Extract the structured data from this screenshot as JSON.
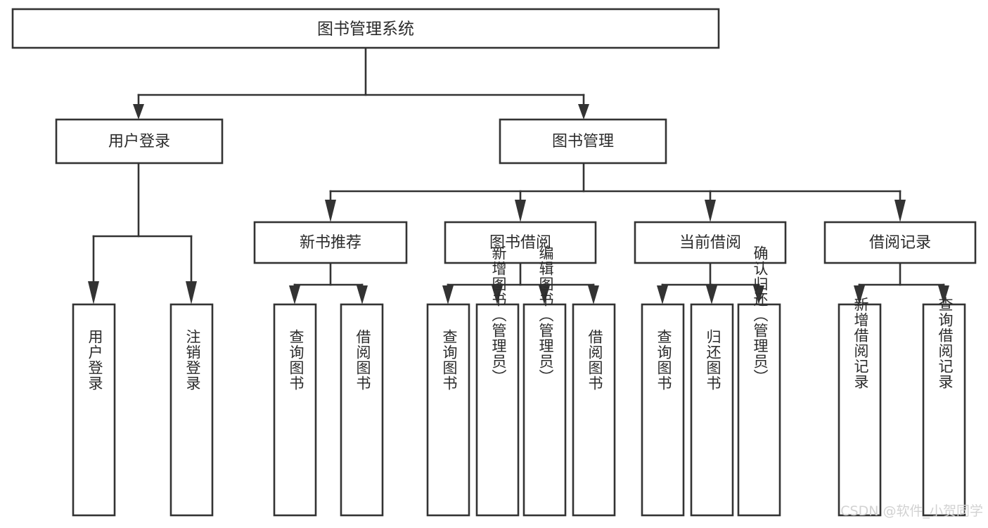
{
  "diagram": {
    "title": "图书管理系统",
    "type": "tree-hierarchy-chart",
    "root": {
      "id": "root",
      "label": "图书管理系统"
    },
    "level2": [
      {
        "id": "user-login",
        "label": "用户登录"
      },
      {
        "id": "book-management",
        "label": "图书管理"
      }
    ],
    "level3": [
      {
        "id": "new-book-recommend",
        "label": "新书推荐",
        "parent": "book-management"
      },
      {
        "id": "book-borrow",
        "label": "图书借阅",
        "parent": "book-management"
      },
      {
        "id": "current-borrow",
        "label": "当前借阅",
        "parent": "book-management"
      },
      {
        "id": "borrow-record",
        "label": "借阅记录",
        "parent": "book-management"
      }
    ],
    "leaves": [
      {
        "id": "leaf-user-login",
        "label": "用户登录",
        "parent": "user-login"
      },
      {
        "id": "leaf-logout-login",
        "label": "注销登录",
        "parent": "user-login"
      },
      {
        "id": "leaf-query-book-1",
        "label": "查询图书",
        "parent": "new-book-recommend"
      },
      {
        "id": "leaf-borrow-book-1",
        "label": "借阅图书",
        "parent": "new-book-recommend"
      },
      {
        "id": "leaf-query-book-2",
        "label": "查询图书",
        "parent": "book-borrow"
      },
      {
        "id": "leaf-add-book-admin",
        "label": "新增图书（管理员）",
        "parent": "book-borrow"
      },
      {
        "id": "leaf-edit-book-admin",
        "label": "编辑图书（管理员）",
        "parent": "book-borrow"
      },
      {
        "id": "leaf-borrow-book-2",
        "label": "借阅图书",
        "parent": "book-borrow"
      },
      {
        "id": "leaf-query-book-3",
        "label": "查询图书",
        "parent": "current-borrow"
      },
      {
        "id": "leaf-return-book",
        "label": "归还图书",
        "parent": "current-borrow"
      },
      {
        "id": "leaf-confirm-return-admin",
        "label": "确认归还（管理员）",
        "parent": "current-borrow"
      },
      {
        "id": "leaf-add-borrow-record",
        "label": "新增借阅记录",
        "parent": "borrow-record"
      },
      {
        "id": "leaf-query-borrow-record",
        "label": "查询借阅记录",
        "parent": "borrow-record"
      }
    ],
    "colors": {
      "stroke": "#333333",
      "fill": "#ffffff",
      "text": "#2b2b2b",
      "watermark": "#d2d2d2",
      "background": "#ffffff"
    }
  },
  "watermark": {
    "text": "CSDN @软件_小贺同学"
  }
}
